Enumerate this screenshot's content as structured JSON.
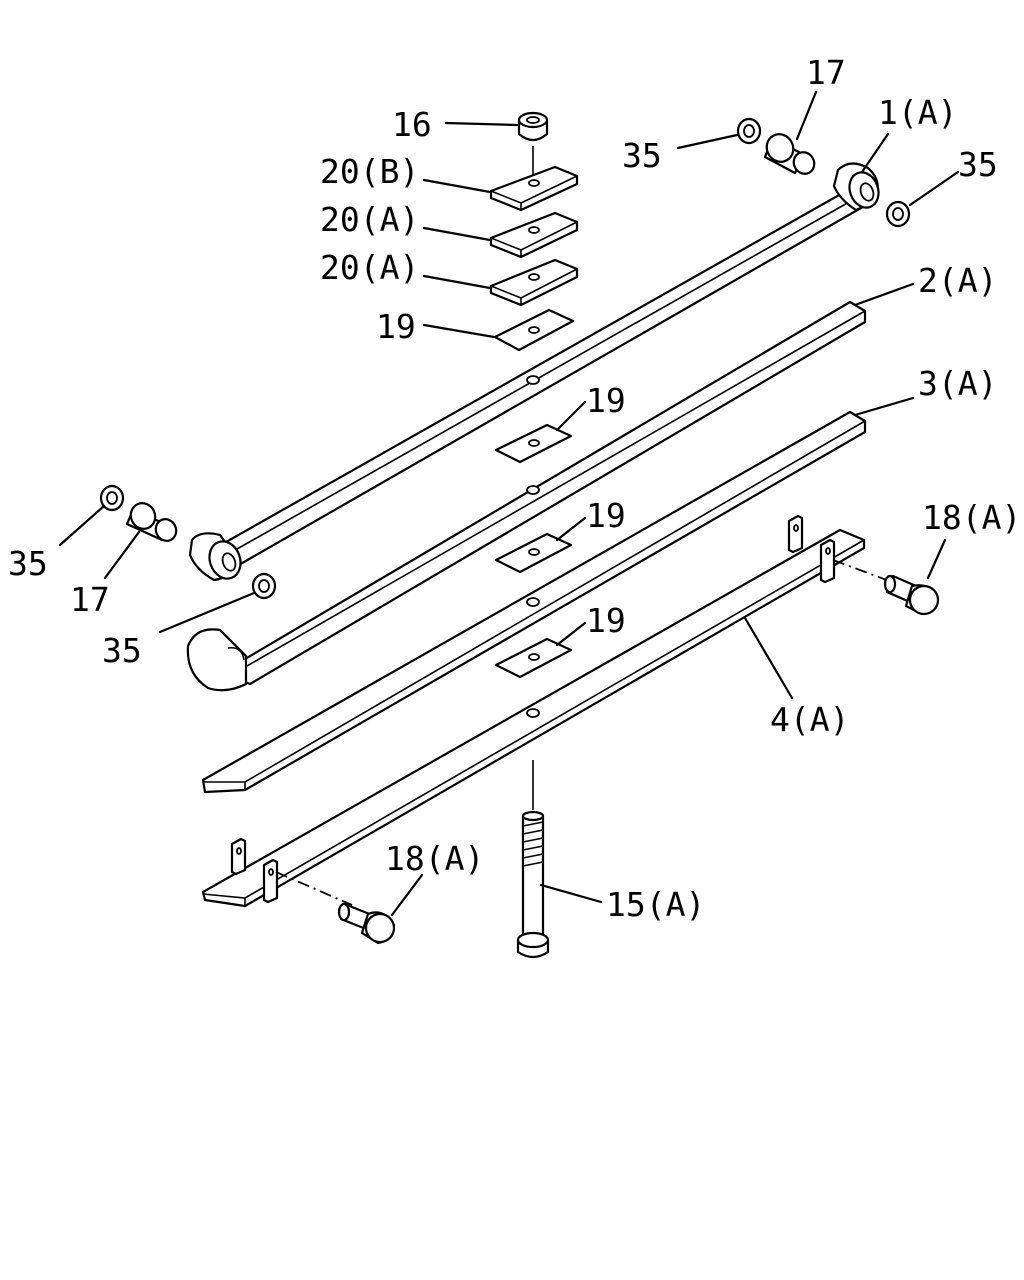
{
  "labels": {
    "p16": "16",
    "p20b": "20(B)",
    "p20a_1": "20(A)",
    "p20a_2": "20(A)",
    "p19_top": "19",
    "p19_a": "19",
    "p19_b": "19",
    "p19_c": "19",
    "p17_top": "17",
    "p35_top_left": "35",
    "p35_top_right": "35",
    "p1a": "1(A)",
    "p2a": "2(A)",
    "p3a": "3(A)",
    "p4a": "4(A)",
    "p18a_right": "18(A)",
    "p18a_left": "18(A)",
    "p35_left": "35",
    "p17_left": "17",
    "p35_bottom": "35",
    "p15a": "15(A)"
  },
  "colors": {
    "line": "#000000",
    "fill": "#ffffff",
    "background": "#ffffff"
  }
}
